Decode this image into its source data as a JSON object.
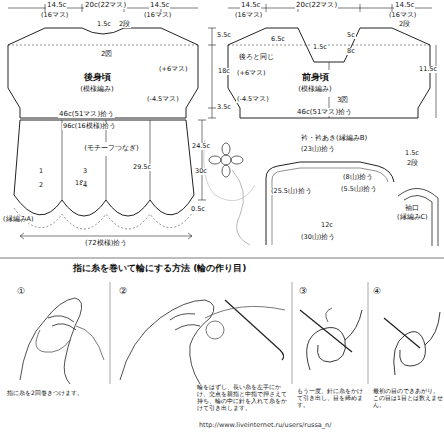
{
  "diagram": {
    "nodes": [
      {
        "text": [
          "後身頃",
          "(模様編み)"
        ]
      },
      {
        "text": [
          "前身頃",
          "(模様編み)"
        ]
      },
      {
        "text": [
          "(モチーフつなぎ)"
        ]
      }
    ],
    "labels": [
      "14.5c",
      "(16マス)",
      "20c(22マス)",
      "14.5c",
      "(16マス)",
      "1.5c",
      "2段",
      "2図",
      "5.5c",
      "18c",
      "(+6マス)",
      "(-4.5マス)",
      "3.5c",
      "46c(51マス)拾う",
      "96c(16模様)拾う",
      "29.5c",
      "24.5c",
      "30c",
      "18c",
      "0.5c",
      "(縁編みA)",
      "(72模様)拾う",
      "1",
      "2",
      "3",
      "4",
      "14.5c",
      "(16マス)",
      "20c(22マス)",
      "14.5c",
      "(16マス)",
      "6.5c",
      "1.5c",
      "8c",
      "5c",
      "2段",
      "後ろと同じ",
      "(+6マス)",
      "(-4.5マス)",
      "3図",
      "46c(51マス)拾う",
      "11.5c",
      "衿・衿あき(縁編みB)",
      "(23山)拾う",
      "(8山)拾う",
      "(25.5山)拾う",
      "(5.5山)拾う",
      "1.5c",
      "2段",
      "袖口",
      "(縁編みC)",
      "12c",
      "(30山)拾う",
      "指に糸を巻いて輪にする方法 (輪の作り目)",
      "①",
      "②",
      "③",
      "④",
      "指に糸を2回巻きつけます。",
      "輪をはずし、長い糸を左手にかけ、交点を親指と中指で押さえて持ち、輪の中に針を入れて糸をかけて引き出します。",
      "もう一度、針に糸をかけて引き出し、目を締めます。",
      "最初の目のできあがり。この目は1目とは数えません。",
      "http://www.liveinternet.ru/users/russa_n/"
    ]
  }
}
